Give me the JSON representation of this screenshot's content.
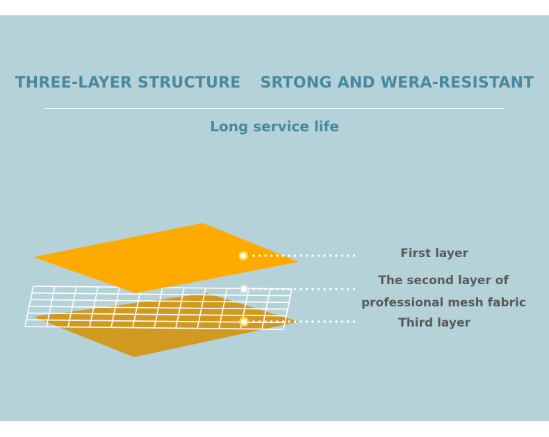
{
  "header": {
    "title_left": "THREE-LAYER STRUCTURE",
    "title_right": "SRTONG AND WERA-RESISTANT",
    "subtitle": "Long service life"
  },
  "layers": [
    {
      "label": "First layer"
    },
    {
      "label_line1": "The second layer of",
      "label_line2": "professional mesh fabric"
    },
    {
      "label": "Third layer"
    }
  ],
  "colors": {
    "background": "#b5d2d8",
    "accent_text": "#4a88a0",
    "top_layer": "#ffaa00",
    "bottom_layer": "#d09a22",
    "mesh": "#ffffff",
    "label_text": "#5a5a5a"
  }
}
